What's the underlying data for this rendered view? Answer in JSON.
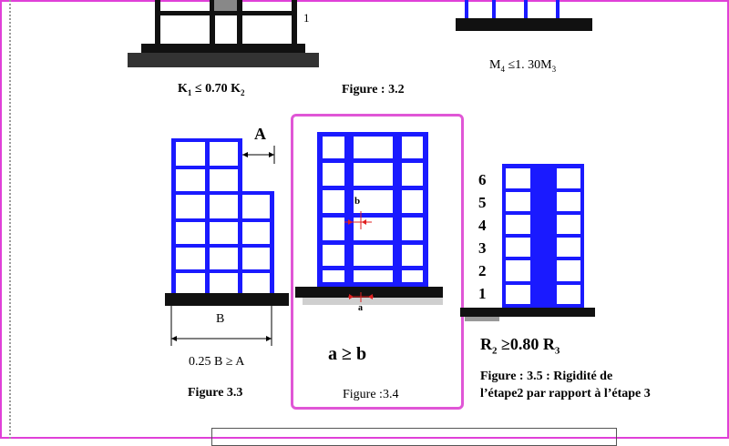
{
  "fig31": {
    "label_pre": "K",
    "sub1": "1",
    "label_mid": " ≤ 0.70 K",
    "sub2": "2",
    "storey_tag": "1"
  },
  "fig32": {
    "relation_pre": "M",
    "sub1": "4",
    "relation_mid": " ≤1. 30M",
    "sub2": "3",
    "caption": "Figure : 3.2"
  },
  "fig33": {
    "dim_a": "A",
    "dim_b": "B",
    "relation": "0.25 B ≥ A",
    "caption": "Figure 3.3"
  },
  "fig34": {
    "mark_b": "b",
    "mark_a": "a",
    "relation": "a ≥ b",
    "caption": "Figure :3.4"
  },
  "fig35": {
    "storeys": [
      "6",
      "5",
      "4",
      "3",
      "2",
      "1"
    ],
    "relation_pre": "R",
    "sub1": "2",
    "relation_mid": " ≥0.80 R",
    "sub2": "3",
    "caption_line1": "Figure : 3.5 : Rigidité de",
    "caption_line2": "l’étape2 par rapport à l’étape 3"
  },
  "colors": {
    "frame": "#1a1aff",
    "ground": "#111111",
    "highlight": "#e056d6",
    "marker": "#e02020"
  }
}
